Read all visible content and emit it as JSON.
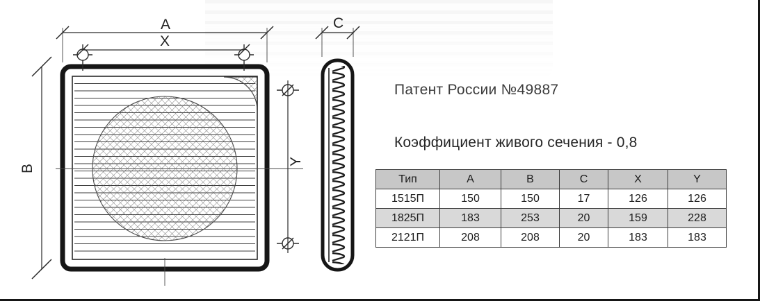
{
  "drawing": {
    "labels": {
      "a": "A",
      "x": "X",
      "b": "B",
      "y": "Y",
      "c": "C"
    }
  },
  "patent_text": "Патент России №49887",
  "coefficient_text": "Коэффициент живого сечения - 0,8",
  "table": {
    "headers": [
      "Тип",
      "A",
      "B",
      "C",
      "X",
      "Y"
    ],
    "rows": [
      [
        "1515П",
        "150",
        "150",
        "17",
        "126",
        "126"
      ],
      [
        "1825П",
        "183",
        "253",
        "20",
        "159",
        "228"
      ],
      [
        "2121П",
        "208",
        "208",
        "20",
        "183",
        "183"
      ]
    ]
  }
}
